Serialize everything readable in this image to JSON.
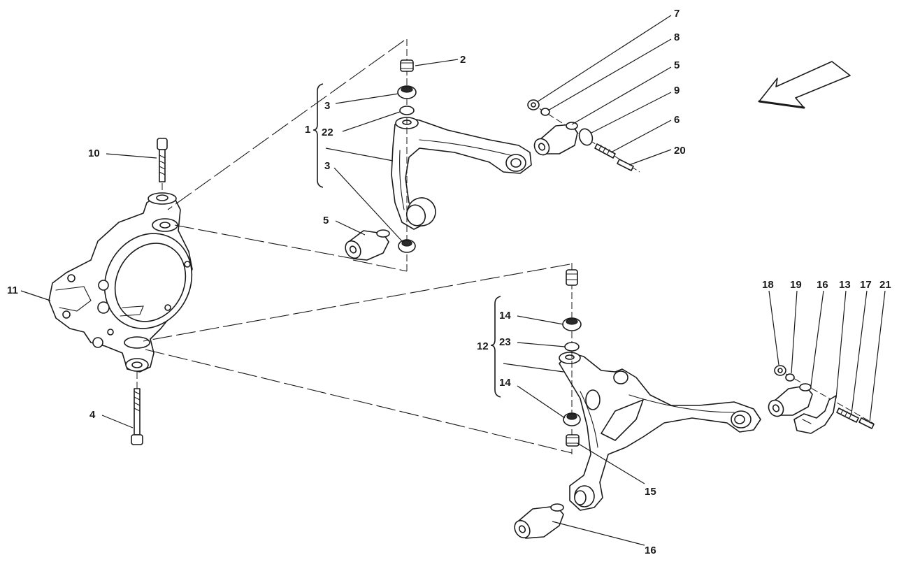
{
  "callouts": {
    "c7": "7",
    "c8": "8",
    "c5a": "5",
    "c9": "9",
    "c6": "6",
    "c20": "20",
    "c2": "2",
    "c3a": "3",
    "c22": "22",
    "c1": "1",
    "c3b": "3",
    "c5b": "5",
    "c10": "10",
    "c11": "11",
    "c4": "4",
    "c14a": "14",
    "c23": "23",
    "c12": "12",
    "c14b": "14",
    "c15": "15",
    "c16b": "16",
    "c18": "18",
    "c19": "19",
    "c16a": "16",
    "c13": "13",
    "c17": "17",
    "c21": "21"
  },
  "icons": {
    "direction": "direction-arrow-icon"
  }
}
